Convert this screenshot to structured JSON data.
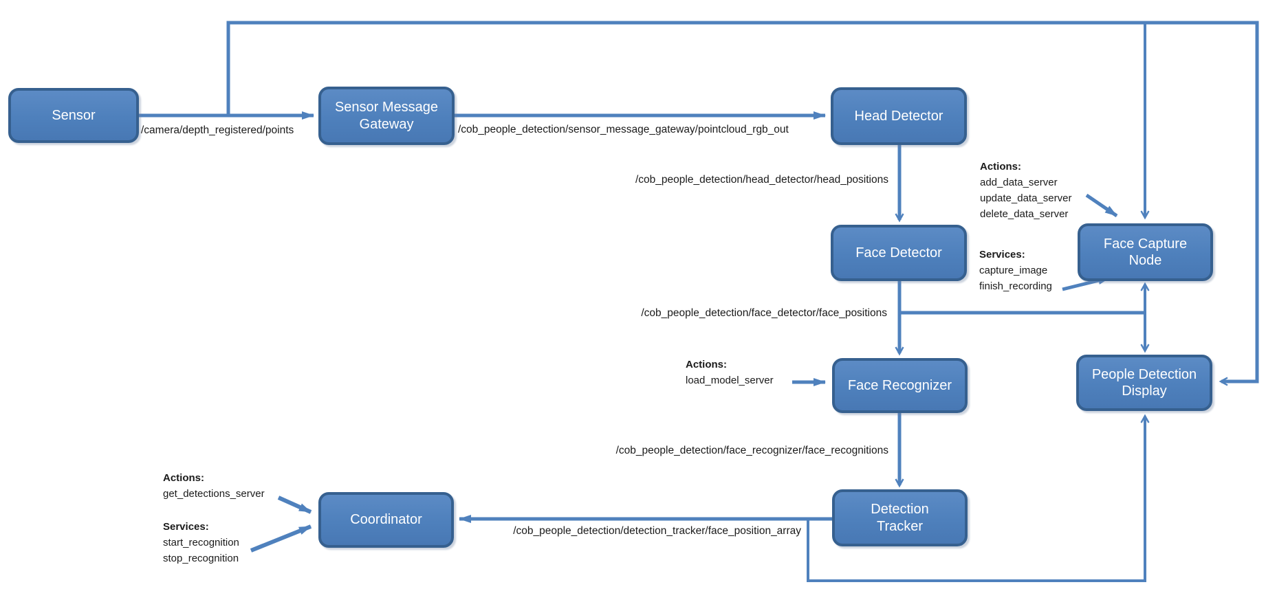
{
  "nodes": {
    "sensor": {
      "label": "Sensor"
    },
    "gateway": {
      "label": "Sensor Message Gateway"
    },
    "head_detector": {
      "label": "Head Detector"
    },
    "face_detector": {
      "label": "Face Detector"
    },
    "face_capture": {
      "label": "Face Capture Node"
    },
    "face_recognizer": {
      "label": "Face Recognizer"
    },
    "display": {
      "label": "People Detection Display"
    },
    "coordinator": {
      "label": "Coordinator"
    },
    "detection_tracker": {
      "label": "Detection Tracker"
    }
  },
  "topics": {
    "camera_points": "/camera/depth_registered/points",
    "pointcloud_rgb_out": "/cob_people_detection/sensor_message_gateway/pointcloud_rgb_out",
    "head_positions": "/cob_people_detection/head_detector/head_positions",
    "face_positions": "/cob_people_detection/face_detector/face_positions",
    "face_recognitions": "/cob_people_detection/face_recognizer/face_recognitions",
    "face_position_array": "/cob_people_detection/detection_tracker/face_position_array"
  },
  "annotations": {
    "face_capture_actions": {
      "header": "Actions:",
      "items": [
        "add_data_server",
        "update_data_server",
        "delete_data_server"
      ]
    },
    "face_capture_services": {
      "header": "Services:",
      "items": [
        "capture_image",
        "finish_recording"
      ]
    },
    "face_recognizer_actions": {
      "header": "Actions:",
      "items": [
        "load_model_server"
      ]
    },
    "coordinator_actions": {
      "header": "Actions:",
      "items": [
        "get_detections_server"
      ]
    },
    "coordinator_services": {
      "header": "Services:",
      "items": [
        "start_recognition",
        "stop_recognition"
      ]
    }
  },
  "colors": {
    "node_fill": "#4e80bc",
    "node_border": "#36608f",
    "node_text": "#ffffff",
    "line": "#4f81bd",
    "label_text": "#1a1a1a",
    "background": "#ffffff"
  }
}
